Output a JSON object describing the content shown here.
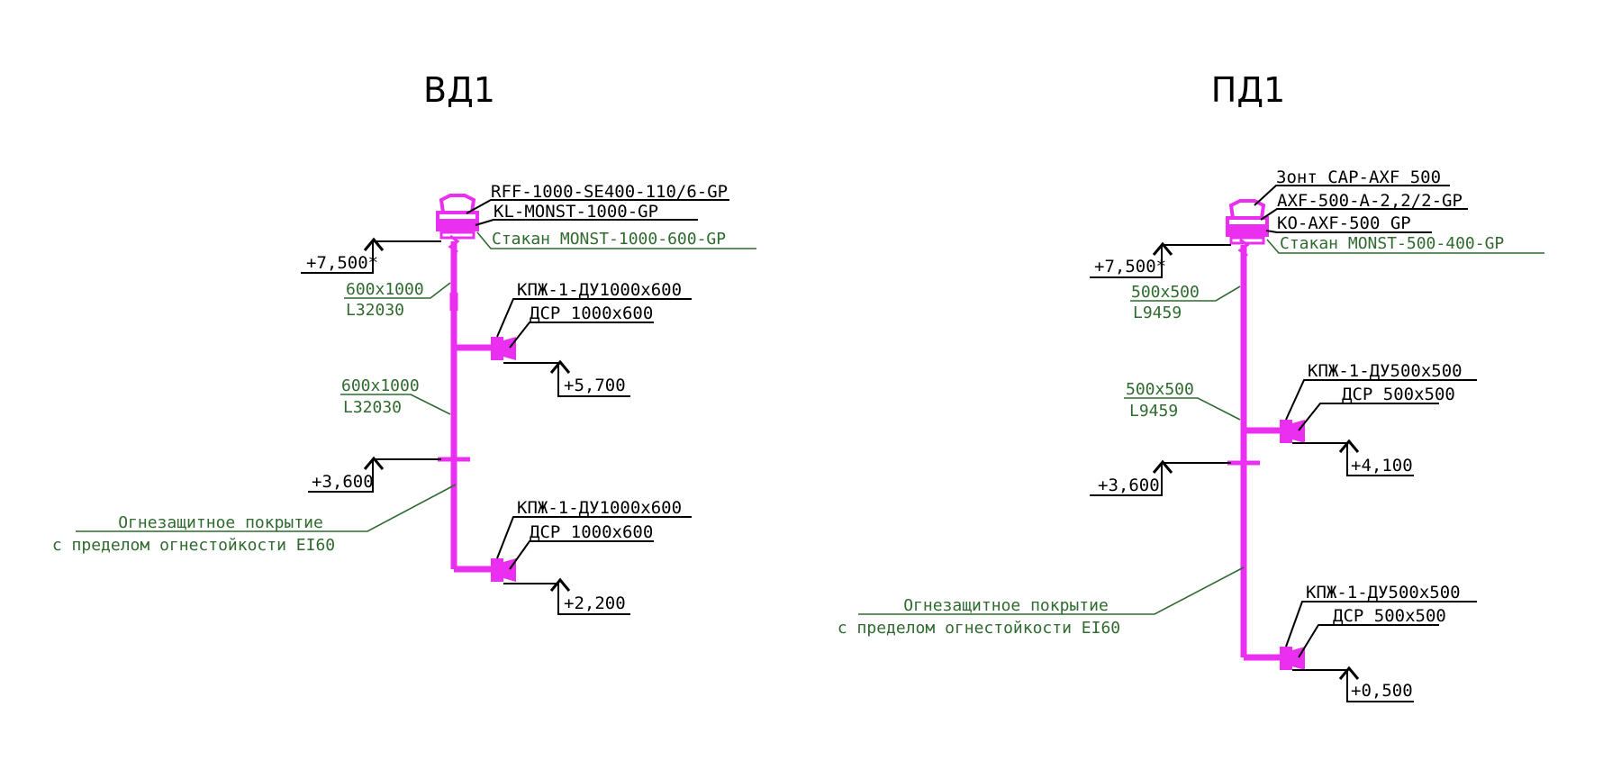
{
  "diagrams": [
    {
      "title": "ВД1",
      "equipment_labels": [
        "RFF-1000-SE400-110/6-GP",
        "KL-MONST-1000-GP"
      ],
      "stack_label": "Стакан MONST-1000-600-GP",
      "top_level": "+7,500*",
      "duct_top": {
        "size": "600x1000",
        "length": "L32030"
      },
      "duct_mid": {
        "size": "600x1000",
        "length": "L32030"
      },
      "mid_level": "+3,600",
      "coating": {
        "line1": "Огнезащитное покрытие",
        "line2": "с пределом огнестойкости EI60"
      },
      "branch_upper": {
        "valve": "КПЖ-1-ДУ1000x600",
        "grille": "ДСР 1000x600",
        "level": "+5,700"
      },
      "branch_lower": {
        "valve": "КПЖ-1-ДУ1000x600",
        "grille": "ДСР 1000x600",
        "level": "+2,200"
      }
    },
    {
      "title": "ПД1",
      "equipment_labels": [
        "Зонт CAP-AXF 500",
        "AXF-500-A-2,2/2-GP",
        "KO-AXF-500 GP"
      ],
      "stack_label": "Стакан MONST-500-400-GP",
      "top_level": "+7,500*",
      "duct_top": {
        "size": "500x500",
        "length": "L9459"
      },
      "duct_mid": {
        "size": "500x500",
        "length": "L9459"
      },
      "mid_level": "+3,600",
      "coating": {
        "line1": "Огнезащитное покрытие",
        "line2": "с пределом огнестойкости EI60"
      },
      "branch_upper": {
        "valve": "КПЖ-1-ДУ500x500",
        "grille": "ДСР 500x500",
        "level": "+4,100"
      },
      "branch_lower": {
        "valve": "КПЖ-1-ДУ500x500",
        "grille": "ДСР 500x500",
        "level": "+0,500"
      }
    }
  ],
  "colors": {
    "duct": "#ea2ff0",
    "annotation_green": "#2f6a2f",
    "text": "#000000",
    "background": "#ffffff"
  }
}
